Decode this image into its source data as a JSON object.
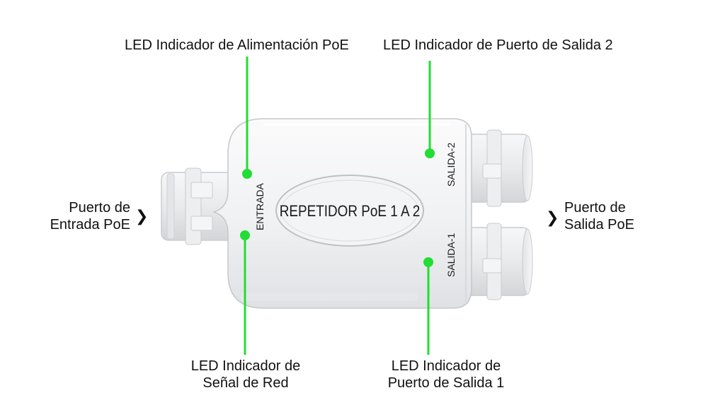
{
  "labels": {
    "led_power": "LED Indicador de Alimentación PoE",
    "led_out2": "LED Indicador de Puerto de Salida 2",
    "input_port": [
      "Puerto de",
      "Entrada PoE"
    ],
    "output_port": [
      "Puerto de",
      "Salida PoE"
    ],
    "led_network": [
      "LED Indicador de",
      "Señal de Red"
    ],
    "led_out1": [
      "LED Indicador de",
      "Puerto de Salida 1"
    ]
  },
  "device": {
    "title": "REPETIDOR PoE 1 A 2",
    "input_label": "ENTRADA",
    "output2_label": "SALIDA-2",
    "output1_label": "SALIDA-1"
  },
  "icons": {
    "input_arrow": "chevron-right-icon",
    "output_arrow": "chevron-right-icon"
  },
  "colors": {
    "leader_line": "#22dd33",
    "device_body": "#f3f4f6",
    "text": "#111111"
  }
}
